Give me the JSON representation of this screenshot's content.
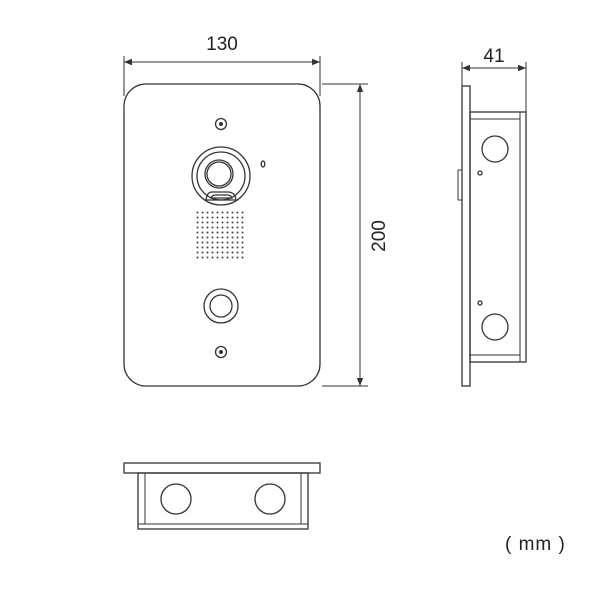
{
  "dimensions": {
    "width": "130",
    "height": "200",
    "depth": "41"
  },
  "unit_label": "( mm )",
  "colors": {
    "line": "#333333",
    "text": "#222222",
    "background": "#ffffff"
  }
}
